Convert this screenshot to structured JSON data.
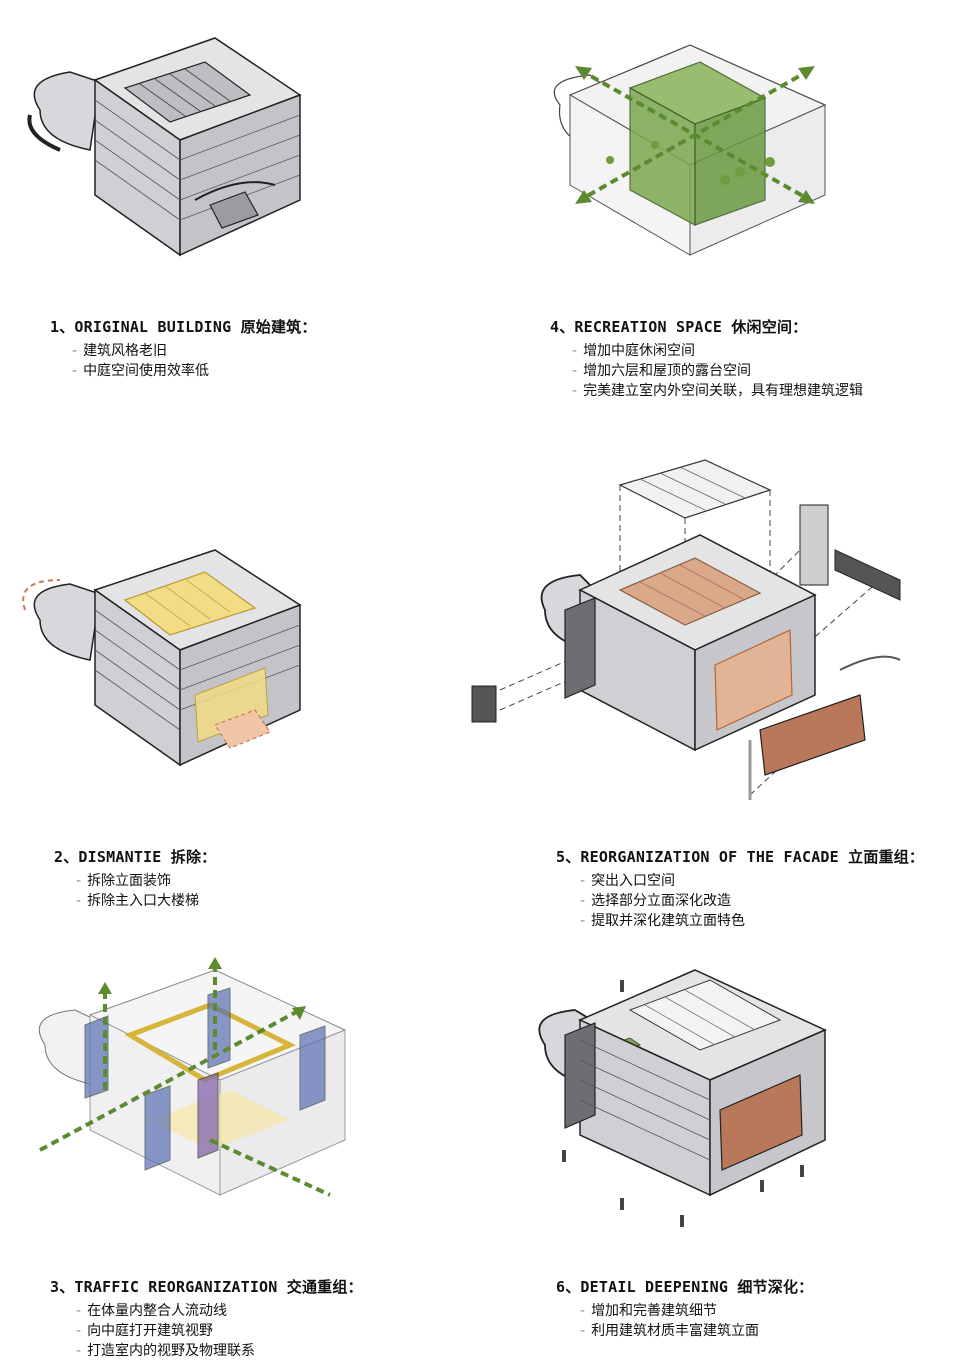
{
  "steps": [
    {
      "title": "1、ORIGINAL BUILDING 原始建筑：",
      "items": [
        "建筑风格老旧",
        "中庭空间使用效率低"
      ]
    },
    {
      "title": "2、DISMANTIE 拆除：",
      "items": [
        "拆除立面装饰",
        "拆除主入口大楼梯"
      ]
    },
    {
      "title": "3、TRAFFIC REORGANIZATION 交通重组：",
      "items": [
        "在体量内整合人流动线",
        "向中庭打开建筑视野",
        "打造室内的视野及物理联系"
      ]
    },
    {
      "title": "4、RECREATION SPACE 休闲空间：",
      "items": [
        "增加中庭休闲空间",
        "增加六层和屋顶的露台空间",
        "完美建立室内外空间关联，具有理想建筑逻辑"
      ]
    },
    {
      "title": "5、REORGANIZATION OF THE FACADE 立面重组：",
      "items": [
        "突出入口空间",
        "选择部分立面深化改造",
        "提取并深化建筑立面特色"
      ]
    },
    {
      "title": "6、DETAIL DEEPENING 细节深化：",
      "items": [
        "增加和完善建筑细节",
        "利用建筑材质丰富建筑立面"
      ]
    }
  ],
  "bullet": "-",
  "colors": {
    "line": "#222222",
    "roof": "#e4e4e6",
    "wall": "#cfcfd2",
    "yellow": "#f2dc86",
    "green": "#6f9c3c",
    "orange": "#e9b28c",
    "blue": "#5a6fb3",
    "purple": "#8a6fb3",
    "brick": "#b9785a"
  }
}
